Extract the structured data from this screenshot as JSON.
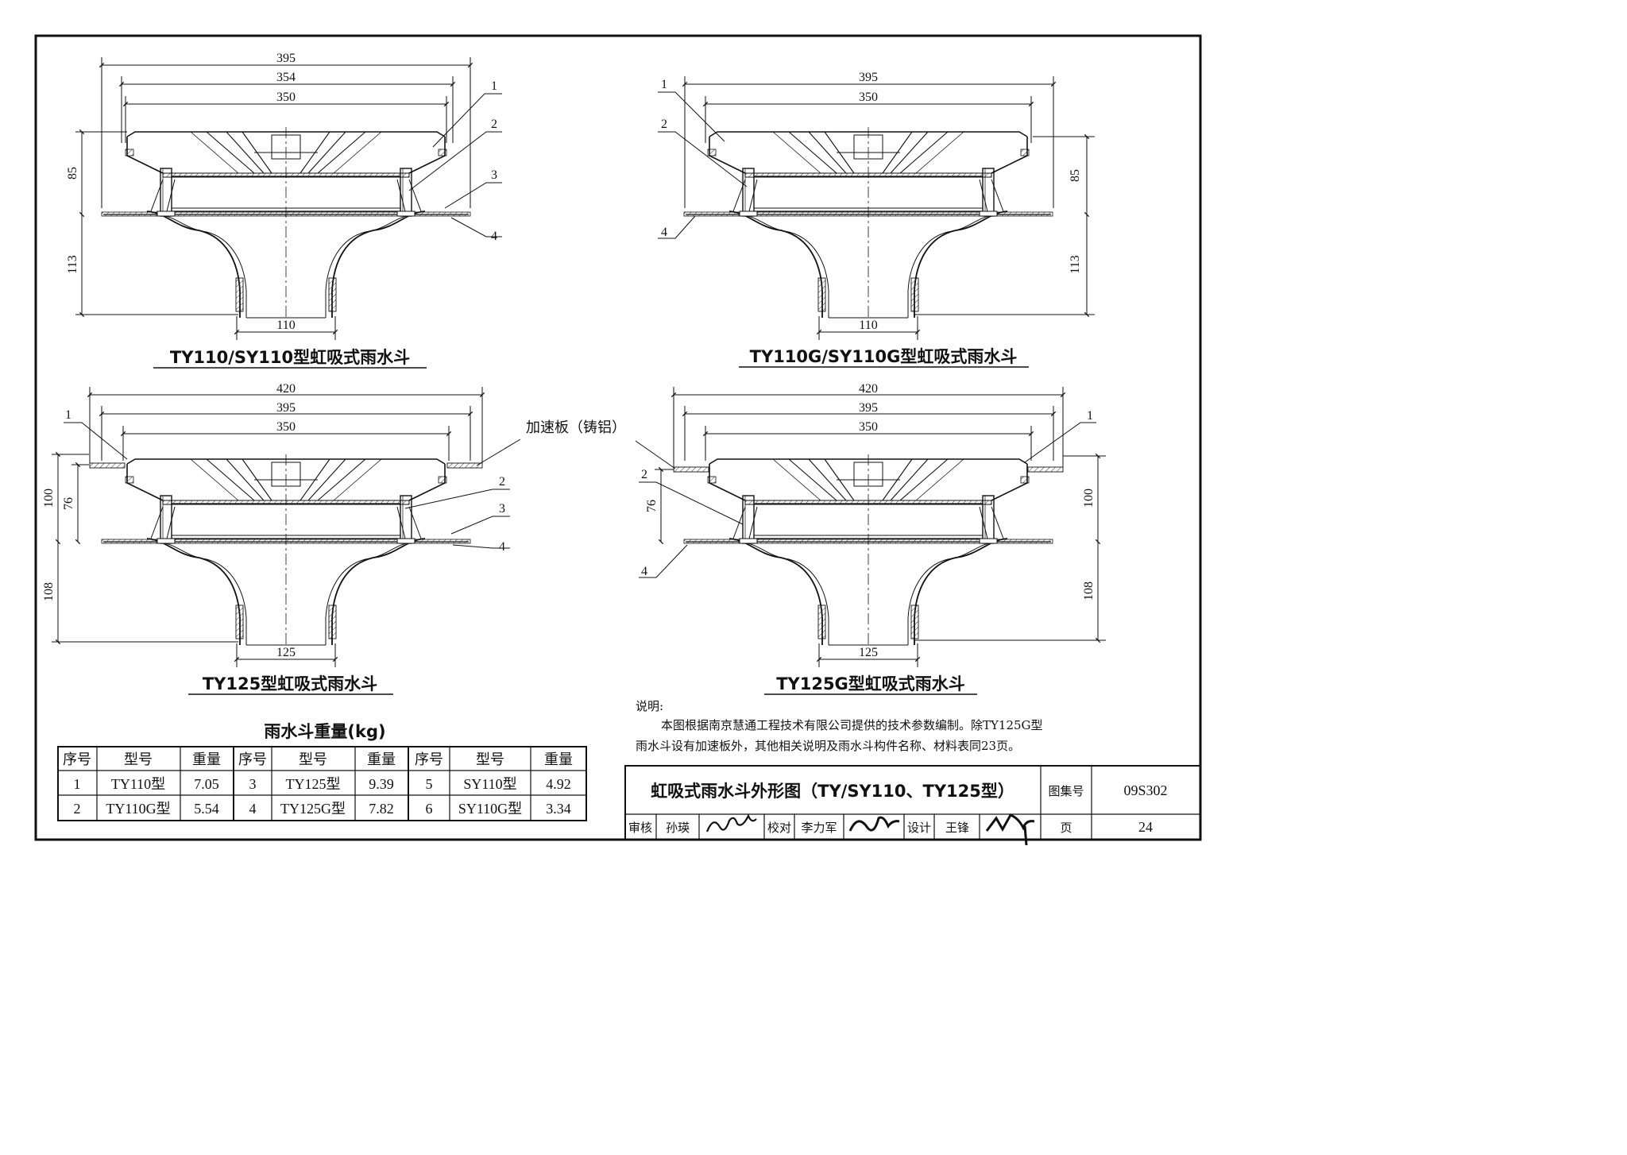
{
  "drawings": [
    {
      "title": "TY110/SY110型虹吸式雨水斗",
      "dims": {
        "w_outer": "395",
        "w_mid": "354",
        "w_inner": "350",
        "h_top": "85",
        "h_bottom": "113",
        "outlet": "110"
      },
      "callouts": [
        "1",
        "2",
        "3",
        "4"
      ]
    },
    {
      "title": "TY110G/SY110G型虹吸式雨水斗",
      "dims": {
        "w_outer": "395",
        "w_inner": "350",
        "h_top": "85",
        "h_bottom": "113",
        "outlet": "110"
      },
      "callouts": [
        "1",
        "2",
        "4"
      ]
    },
    {
      "title": "TY125型虹吸式雨水斗",
      "dims": {
        "w_outer": "420",
        "w_mid": "395",
        "w_inner": "350",
        "h_total": "100",
        "h_top": "76",
        "h_bottom": "108",
        "outlet": "125"
      },
      "callouts": [
        "1",
        "2",
        "3",
        "4"
      ]
    },
    {
      "title": "TY125G型虹吸式雨水斗",
      "dims": {
        "w_outer": "420",
        "w_mid": "395",
        "w_inner": "350",
        "h_total": "100",
        "h_top": "76",
        "h_bottom": "108",
        "outlet": "125"
      },
      "callouts": [
        "1",
        "2",
        "4"
      ]
    }
  ],
  "plate_label": "加速板（铸铝）",
  "weight_table": {
    "title": "雨水斗重量(kg)",
    "headers": [
      "序号",
      "型号",
      "重量",
      "序号",
      "型号",
      "重量",
      "序号",
      "型号",
      "重量"
    ],
    "rows": [
      [
        "1",
        "TY110型",
        "7.05",
        "3",
        "TY125型",
        "9.39",
        "5",
        "SY110型",
        "4.92"
      ],
      [
        "2",
        "TY110G型",
        "5.54",
        "4",
        "TY125G型",
        "7.82",
        "6",
        "SY110G型",
        "3.34"
      ]
    ]
  },
  "notes": {
    "heading": "说明:",
    "line1": "本图根据南京慧通工程技术有限公司提供的技术参数编制。除TY125G型",
    "line2": "雨水斗设有加速板外，其他相关说明及雨水斗构件名称、材料表同23页。"
  },
  "title_block": {
    "drawing_title": "虹吸式雨水斗外形图（TY/SY110、TY125型）",
    "atlas_label": "图集号",
    "atlas_no": "09S302",
    "review_label": "审核",
    "reviewer": "孙瑛",
    "check_label": "校对",
    "checker": "李力军",
    "design_label": "设计",
    "designer": "王锋",
    "page_label": "页",
    "page_no": "24"
  }
}
